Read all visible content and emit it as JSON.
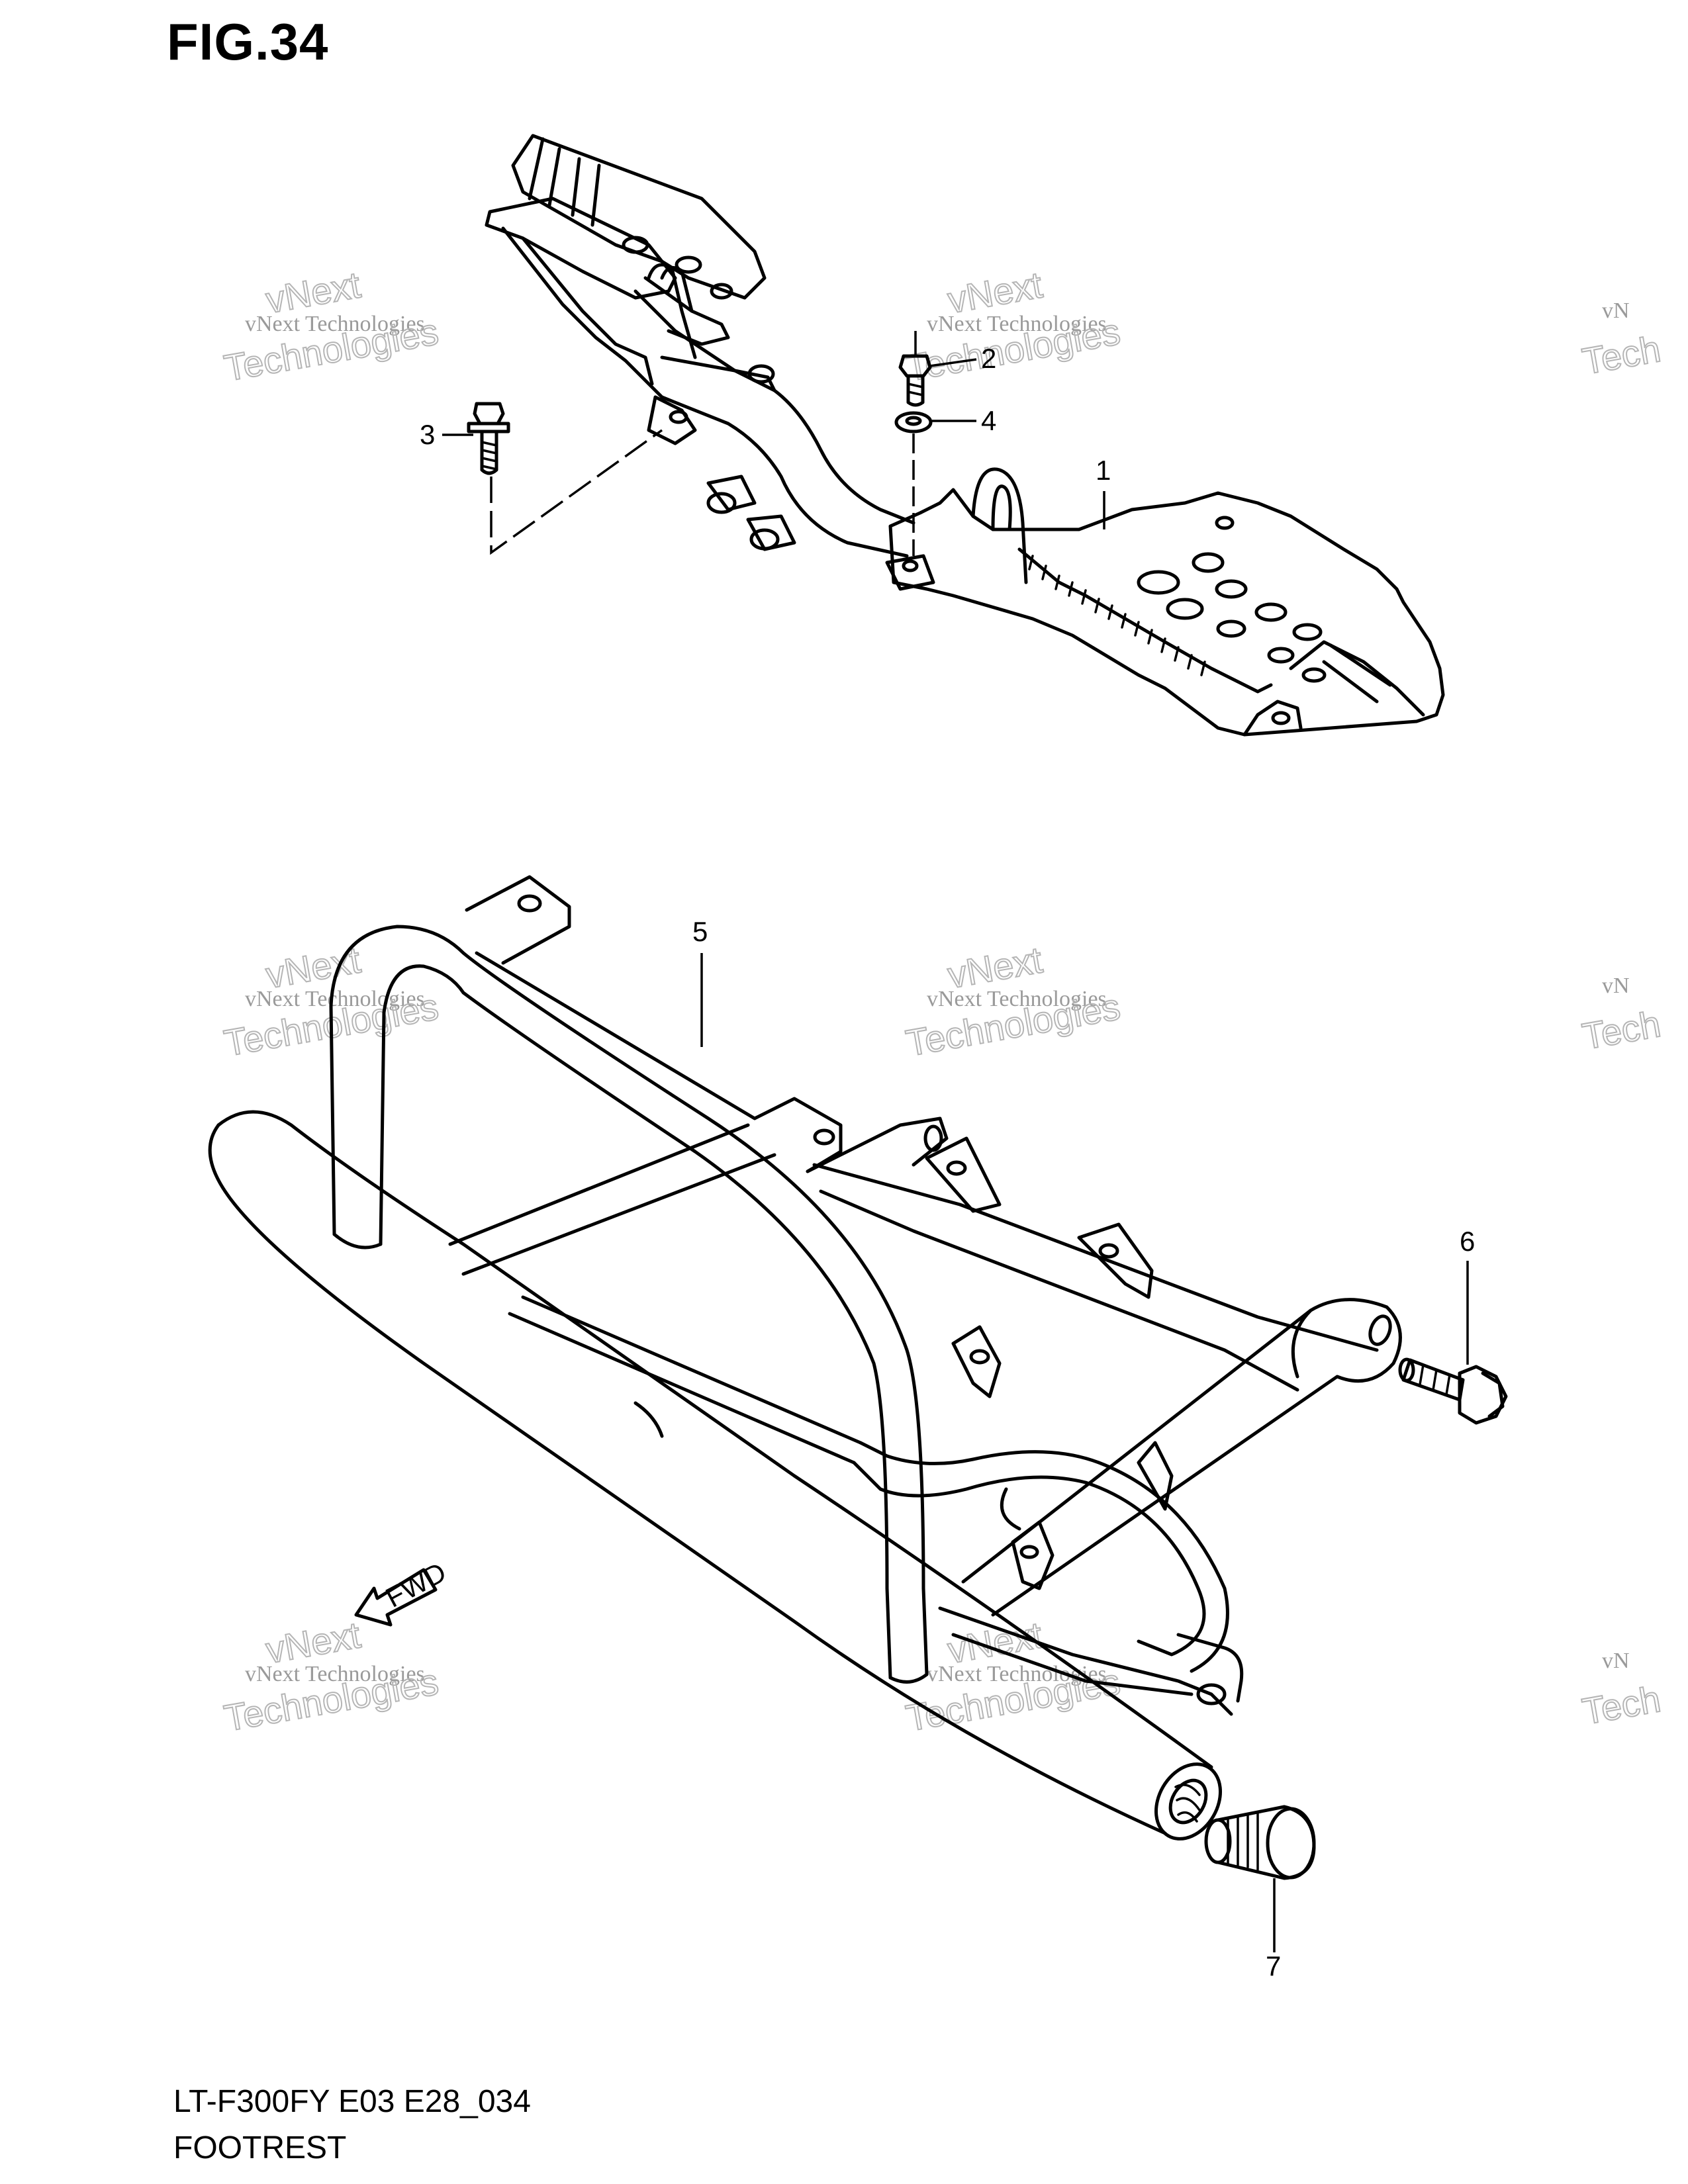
{
  "figure_title": "FIG.34",
  "model_code": "LT-F300FY E03 E28_034",
  "section_name": "FOOTREST",
  "watermark": {
    "line1": "vNext Technologies",
    "line2": "vNext",
    "line3": "Technologies"
  },
  "callouts": [
    {
      "id": "1",
      "label": "1"
    },
    {
      "id": "2",
      "label": "2"
    },
    {
      "id": "3",
      "label": "3"
    },
    {
      "id": "4",
      "label": "4"
    },
    {
      "id": "5",
      "label": "5"
    },
    {
      "id": "6",
      "label": "6"
    },
    {
      "id": "7",
      "label": "7"
    }
  ],
  "fwd_arrow_label": "FWD"
}
